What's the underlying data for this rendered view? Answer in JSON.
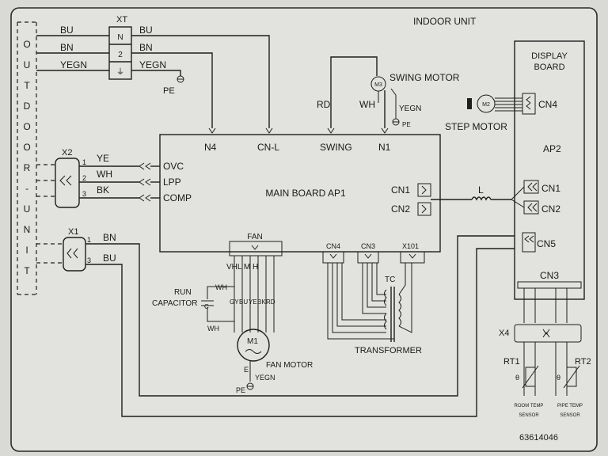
{
  "title": "INDOOR UNIT",
  "outdoor_unit_letters": [
    "O",
    "U",
    "T",
    "D",
    "O",
    "O",
    "R",
    "-",
    "U",
    "N",
    "I",
    "T"
  ],
  "xt": {
    "label": "XT",
    "terminals": [
      "N",
      "2",
      "⏚"
    ],
    "left_wires": [
      "BU",
      "BN",
      "YEGN"
    ],
    "right_wires": [
      "BU",
      "BN",
      "YEGN"
    ],
    "pe": "PE"
  },
  "main_board": {
    "label": "MAIN BOARD AP1",
    "top_ports": [
      "N4",
      "CN-L",
      "SWING",
      "N1"
    ],
    "left_ports": [
      "OVC",
      "LPP",
      "COMP"
    ],
    "right_ports": [
      "CN1",
      "CN2"
    ],
    "fan": "FAN",
    "fan_speeds": "VHL M H",
    "lower_ports": [
      "CN4",
      "CN3",
      "X101"
    ]
  },
  "x2": {
    "label": "X2",
    "pins": [
      "1",
      "2",
      "3"
    ],
    "wires": [
      "YE",
      "WH",
      "BK"
    ]
  },
  "x1": {
    "label": "X1",
    "pins": [
      "1",
      "3"
    ],
    "wires": [
      "BN",
      "BU"
    ]
  },
  "swing_motor": {
    "label": "SWING MOTOR",
    "symbol": "M3",
    "wires": [
      "RD",
      "WH"
    ],
    "ground": "YEGN",
    "pe": "PE"
  },
  "display_board": {
    "label_line1": "DISPLAY",
    "label_line2": "BOARD",
    "ap": "AP2",
    "ports": [
      "CN4",
      "CN1",
      "CN2",
      "CN5"
    ],
    "cn3": "CN3"
  },
  "step_motor": {
    "label": "STEP MOTOR",
    "symbol": "M2"
  },
  "inductor": "L",
  "capacitor": {
    "label_line1": "RUN",
    "label_line2": "CAPACITOR",
    "symbol": "C",
    "wires": [
      "WH",
      "WH"
    ]
  },
  "fan_motor": {
    "label": "FAN MOTOR",
    "symbol": "M1",
    "wire_colors": [
      "GY",
      "BU",
      "YE",
      "BK",
      "RD"
    ],
    "ground": "YEGN",
    "pe": "PE",
    "earth": "E"
  },
  "transformer": {
    "label": "TRANSFORMER",
    "symbol": "TC"
  },
  "x4": "X4",
  "sensors": [
    {
      "name": "RT1",
      "line1": "ROOM TEMP",
      "line2": "SENSOR",
      "symbol": "θ"
    },
    {
      "name": "RT2",
      "line1": "PIPE TEMP",
      "line2": "SENSOR",
      "symbol": "θ"
    }
  ],
  "doc_number": "63614046"
}
